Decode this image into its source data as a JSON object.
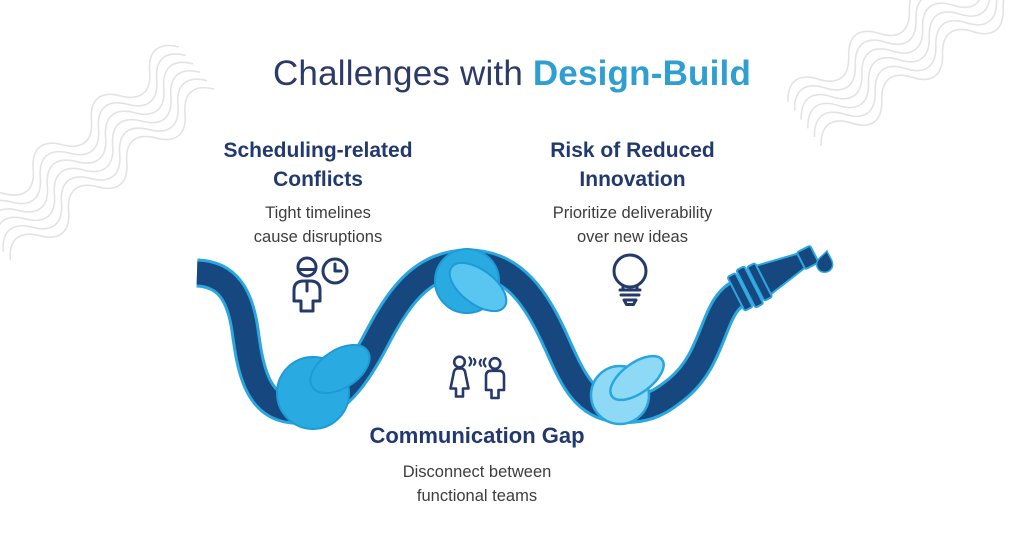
{
  "title": {
    "prefix": "Challenges with",
    "highlight": "Design-Build"
  },
  "challenges": [
    {
      "name": "Scheduling-related Conflicts",
      "title_lines": [
        "Scheduling-related",
        "Conflicts"
      ],
      "desc_lines": [
        "Tight timelines",
        "cause disruptions"
      ],
      "icon": "worker-clock-icon"
    },
    {
      "name": "Risk of Reduced Innovation",
      "title_lines": [
        "Risk of Reduced",
        "Innovation"
      ],
      "desc_lines": [
        "Prioritize deliverability",
        "over new ideas"
      ],
      "icon": "lightbulb-icon"
    },
    {
      "name": "Communication Gap",
      "title_lines": [
        "Communication Gap"
      ],
      "desc_lines": [
        "Disconnect between",
        "functional teams"
      ],
      "icon": "people-talking-icon"
    }
  ],
  "illustration": {
    "type": "knotted garden hose with dripping nozzle",
    "knots": [
      "knot-left",
      "knot-top",
      "knot-right"
    ]
  },
  "colors": {
    "title_navy": "#2b3a67",
    "accent": "#2e9fd0",
    "heading_navy": "#21396e",
    "body_text": "#3d3d3d",
    "hose": "#16477e",
    "hose_edge": "#2ba7e0",
    "knot_bright": "#29abe2",
    "knot_mid": "#58c6f1",
    "knot_light": "#8edaf6",
    "knot_edge": "#1d9bd6",
    "knot_light_edge": "#2aa6df",
    "icon_stroke": "#253a6b",
    "squiggle": "#e3e3e3"
  }
}
